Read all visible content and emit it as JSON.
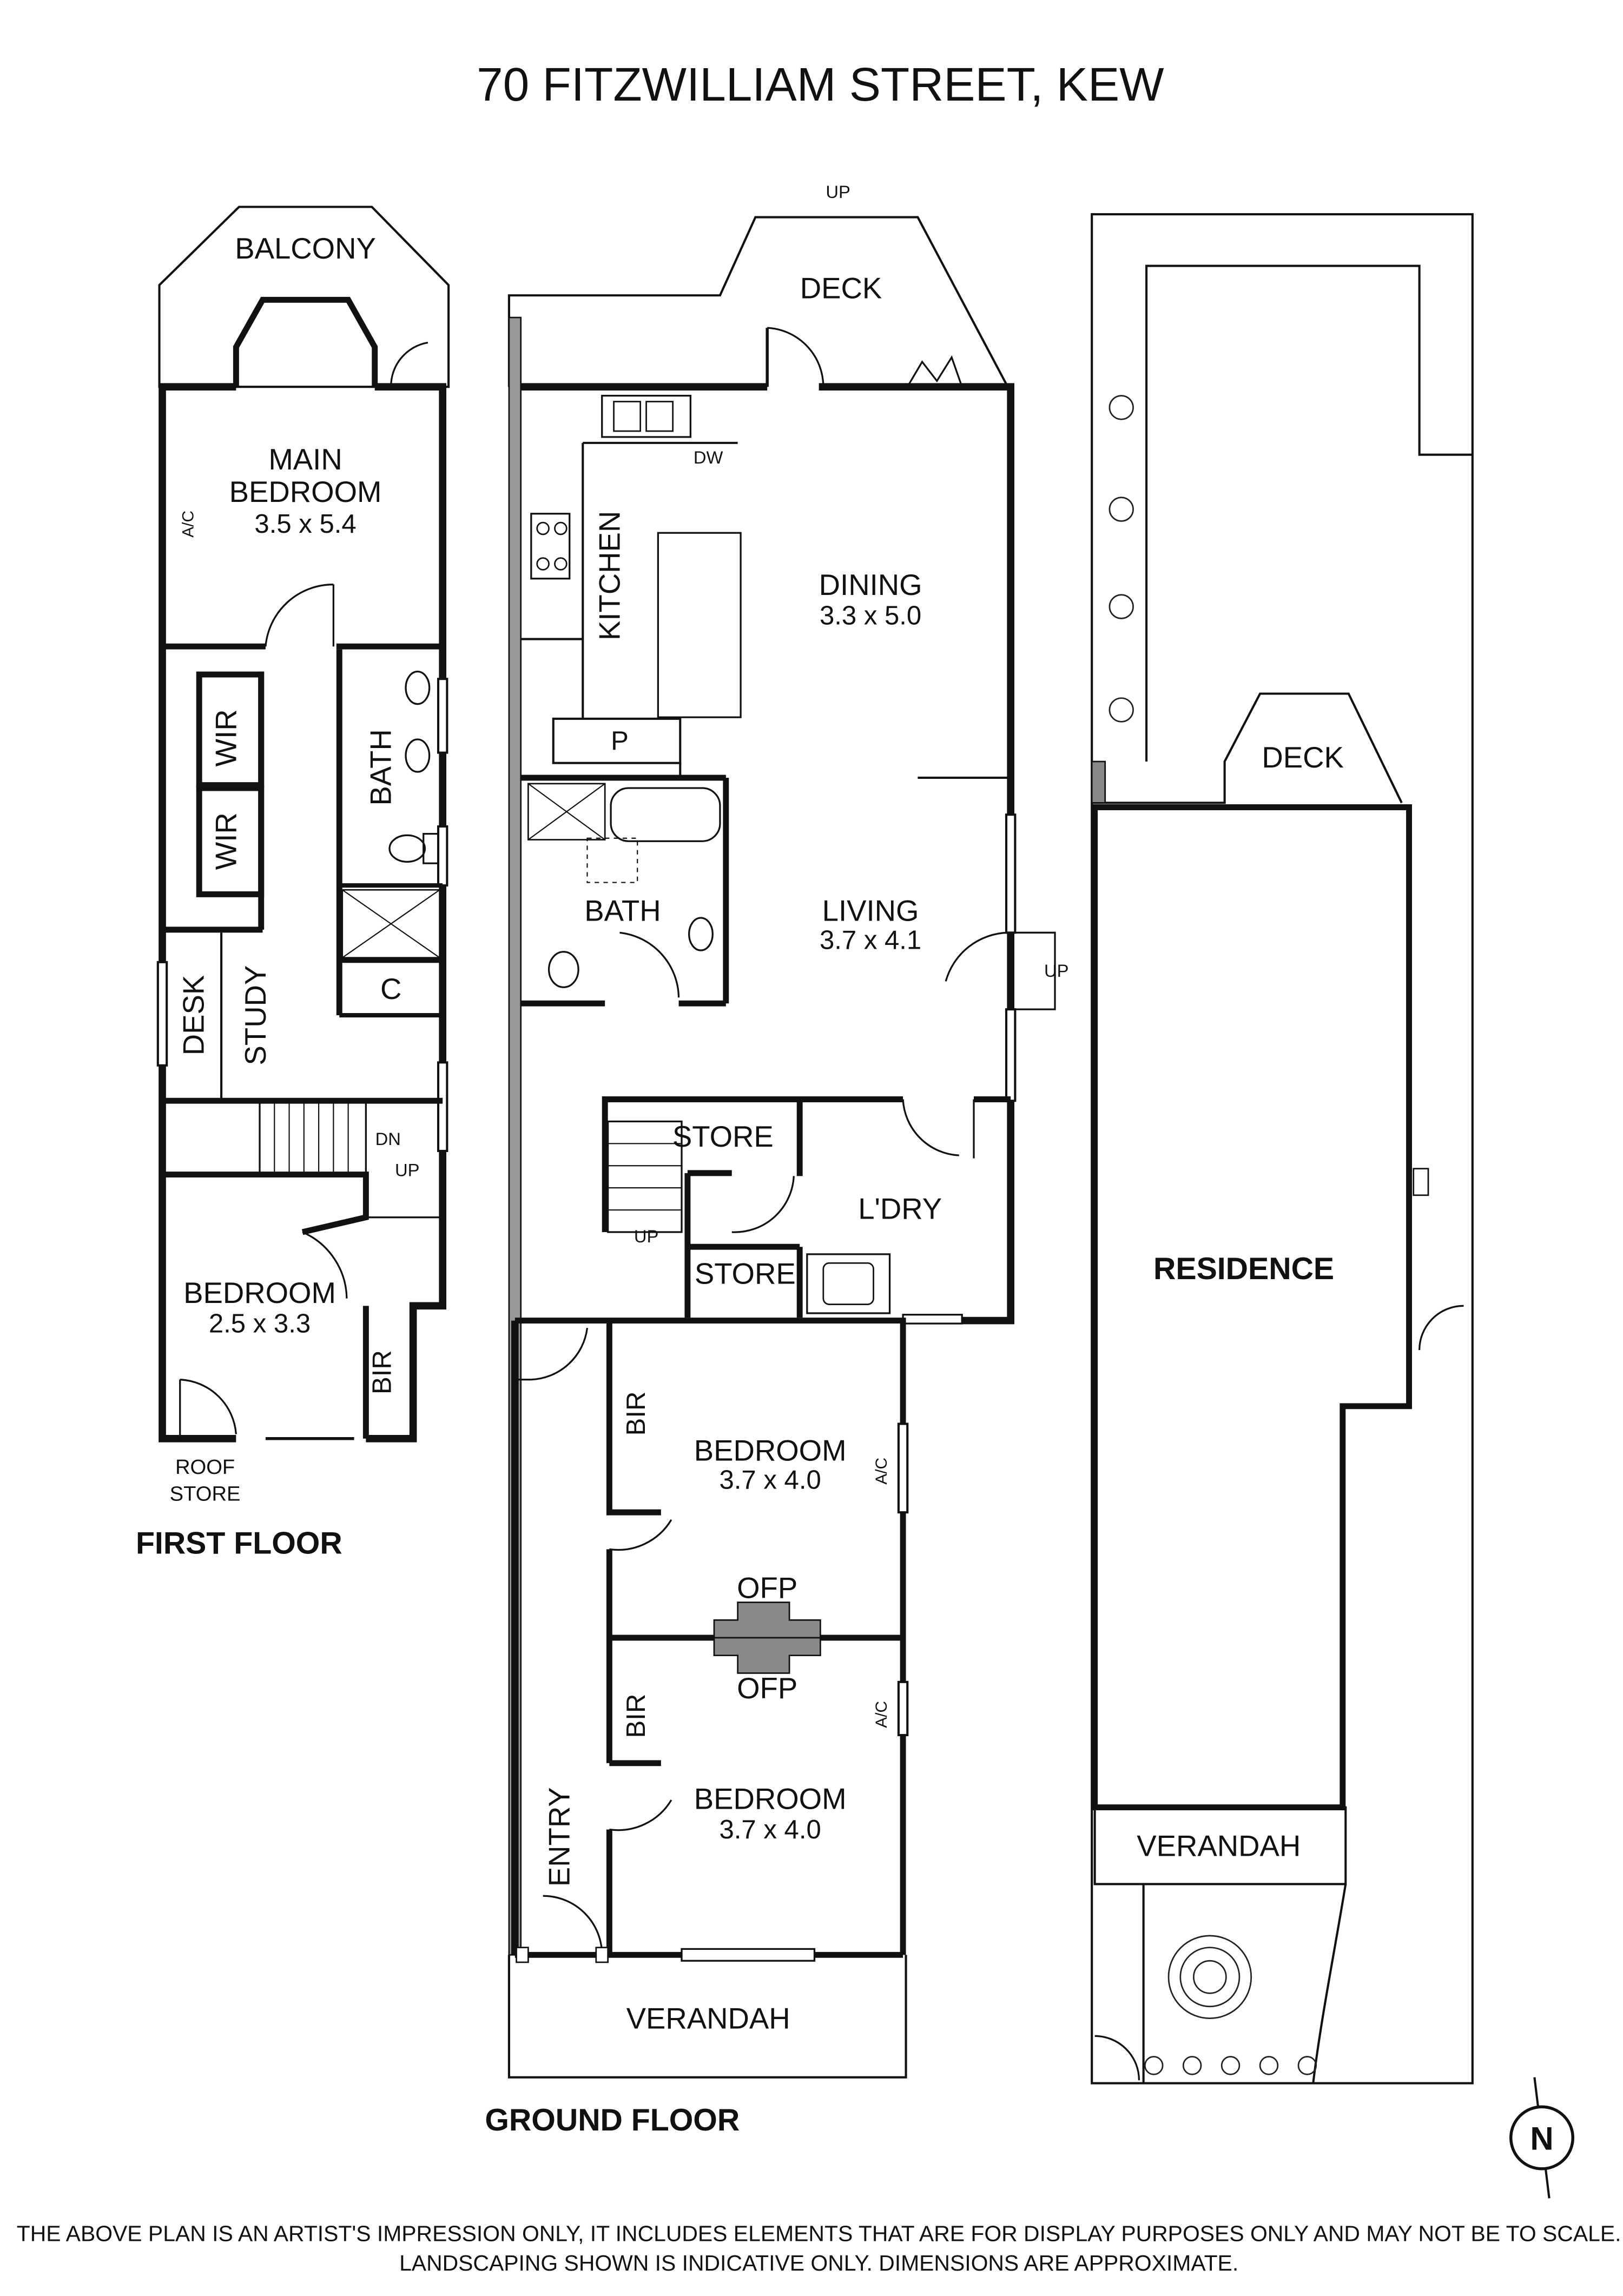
{
  "title": "70 FITZWILLIAM STREET, KEW",
  "first_floor": {
    "label": "FIRST FLOOR",
    "balcony": "BALCONY",
    "main_bedroom": {
      "name_line1": "MAIN",
      "name_line2": "BEDROOM",
      "dims": "3.5 x 5.4"
    },
    "ac": "A/C",
    "wir1": "WIR",
    "wir2": "WIR",
    "bath": "BATH",
    "cupboard": "C",
    "desk": "DESK",
    "study": "STUDY",
    "stairs_dn": "DN",
    "stairs_up": "UP",
    "bedroom": {
      "name": "BEDROOM",
      "dims": "2.5 x 3.3"
    },
    "bir": "BIR",
    "roof_store_line1": "ROOF",
    "roof_store_line2": "STORE"
  },
  "ground_floor": {
    "label": "GROUND FLOOR",
    "deck": "DECK",
    "deck_up": "UP",
    "dw": "DW",
    "kitchen": "KITCHEN",
    "pantry": "P",
    "dining": {
      "name": "DINING",
      "dims": "3.3 x 5.0"
    },
    "bath": "BATH",
    "living": {
      "name": "LIVING",
      "dims": "3.7 x 4.1"
    },
    "living_up": "UP",
    "store1": "STORE",
    "store2": "STORE",
    "stairs_up": "UP",
    "laundry": "L'DRY",
    "bedroom1": {
      "name": "BEDROOM",
      "dims": "3.7 x 4.0"
    },
    "bir1": "BIR",
    "ac1": "A/C",
    "ofp1": "OFP",
    "ofp2": "OFP",
    "bedroom2": {
      "name": "BEDROOM",
      "dims": "3.7 x 4.0"
    },
    "bir2": "BIR",
    "ac2": "A/C",
    "entry": "ENTRY",
    "verandah": "VERANDAH"
  },
  "site": {
    "deck": "DECK",
    "residence": "RESIDENCE",
    "verandah": "VERANDAH",
    "north": "N"
  },
  "disclaimer": {
    "line1": "THE ABOVE PLAN IS AN ARTIST'S IMPRESSION ONLY, IT INCLUDES ELEMENTS THAT ARE FOR DISPLAY PURPOSES ONLY AND MAY NOT BE TO SCALE.",
    "line2": "LANDSCAPING SHOWN IS INDICATIVE ONLY. DIMENSIONS ARE APPROXIMATE."
  },
  "colors": {
    "wall": "#111111",
    "line": "#222222",
    "fireplace": "#8a8a8a",
    "background": "#ffffff"
  }
}
